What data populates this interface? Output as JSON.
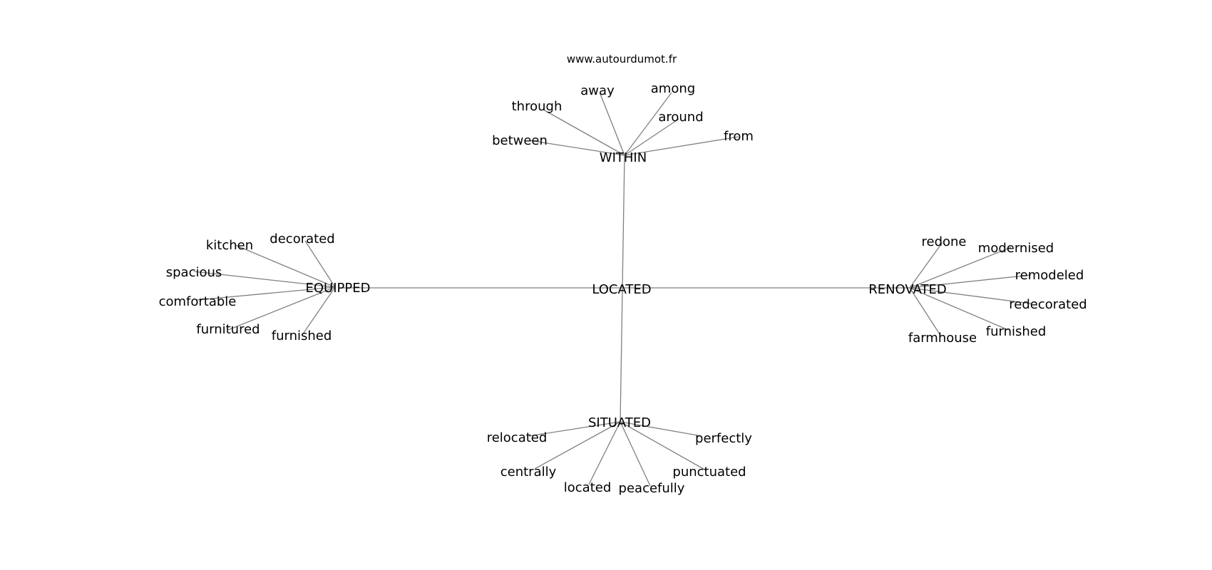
{
  "watermark": "www.autourdumot.fr",
  "center": "LOCATED",
  "hubs": [
    {
      "key": "within",
      "label": "WITHIN",
      "words": [
        "between",
        "through",
        "away",
        "among",
        "around",
        "from"
      ]
    },
    {
      "key": "equipped",
      "label": "EQUIPPED",
      "words": [
        "decorated",
        "kitchen",
        "spacious",
        "comfortable",
        "furnitured",
        "furnished"
      ]
    },
    {
      "key": "renovated",
      "label": "RENOVATED",
      "words": [
        "redone",
        "modernised",
        "remodeled",
        "redecorated",
        "furnished",
        "farmhouse"
      ]
    },
    {
      "key": "situated",
      "label": "SITUATED",
      "words": [
        "relocated",
        "centrally",
        "located",
        "peacefully",
        "punctuated",
        "perfectly"
      ]
    }
  ],
  "colors": {
    "edge": "#808080",
    "text": "#000000",
    "background": "#ffffff"
  }
}
